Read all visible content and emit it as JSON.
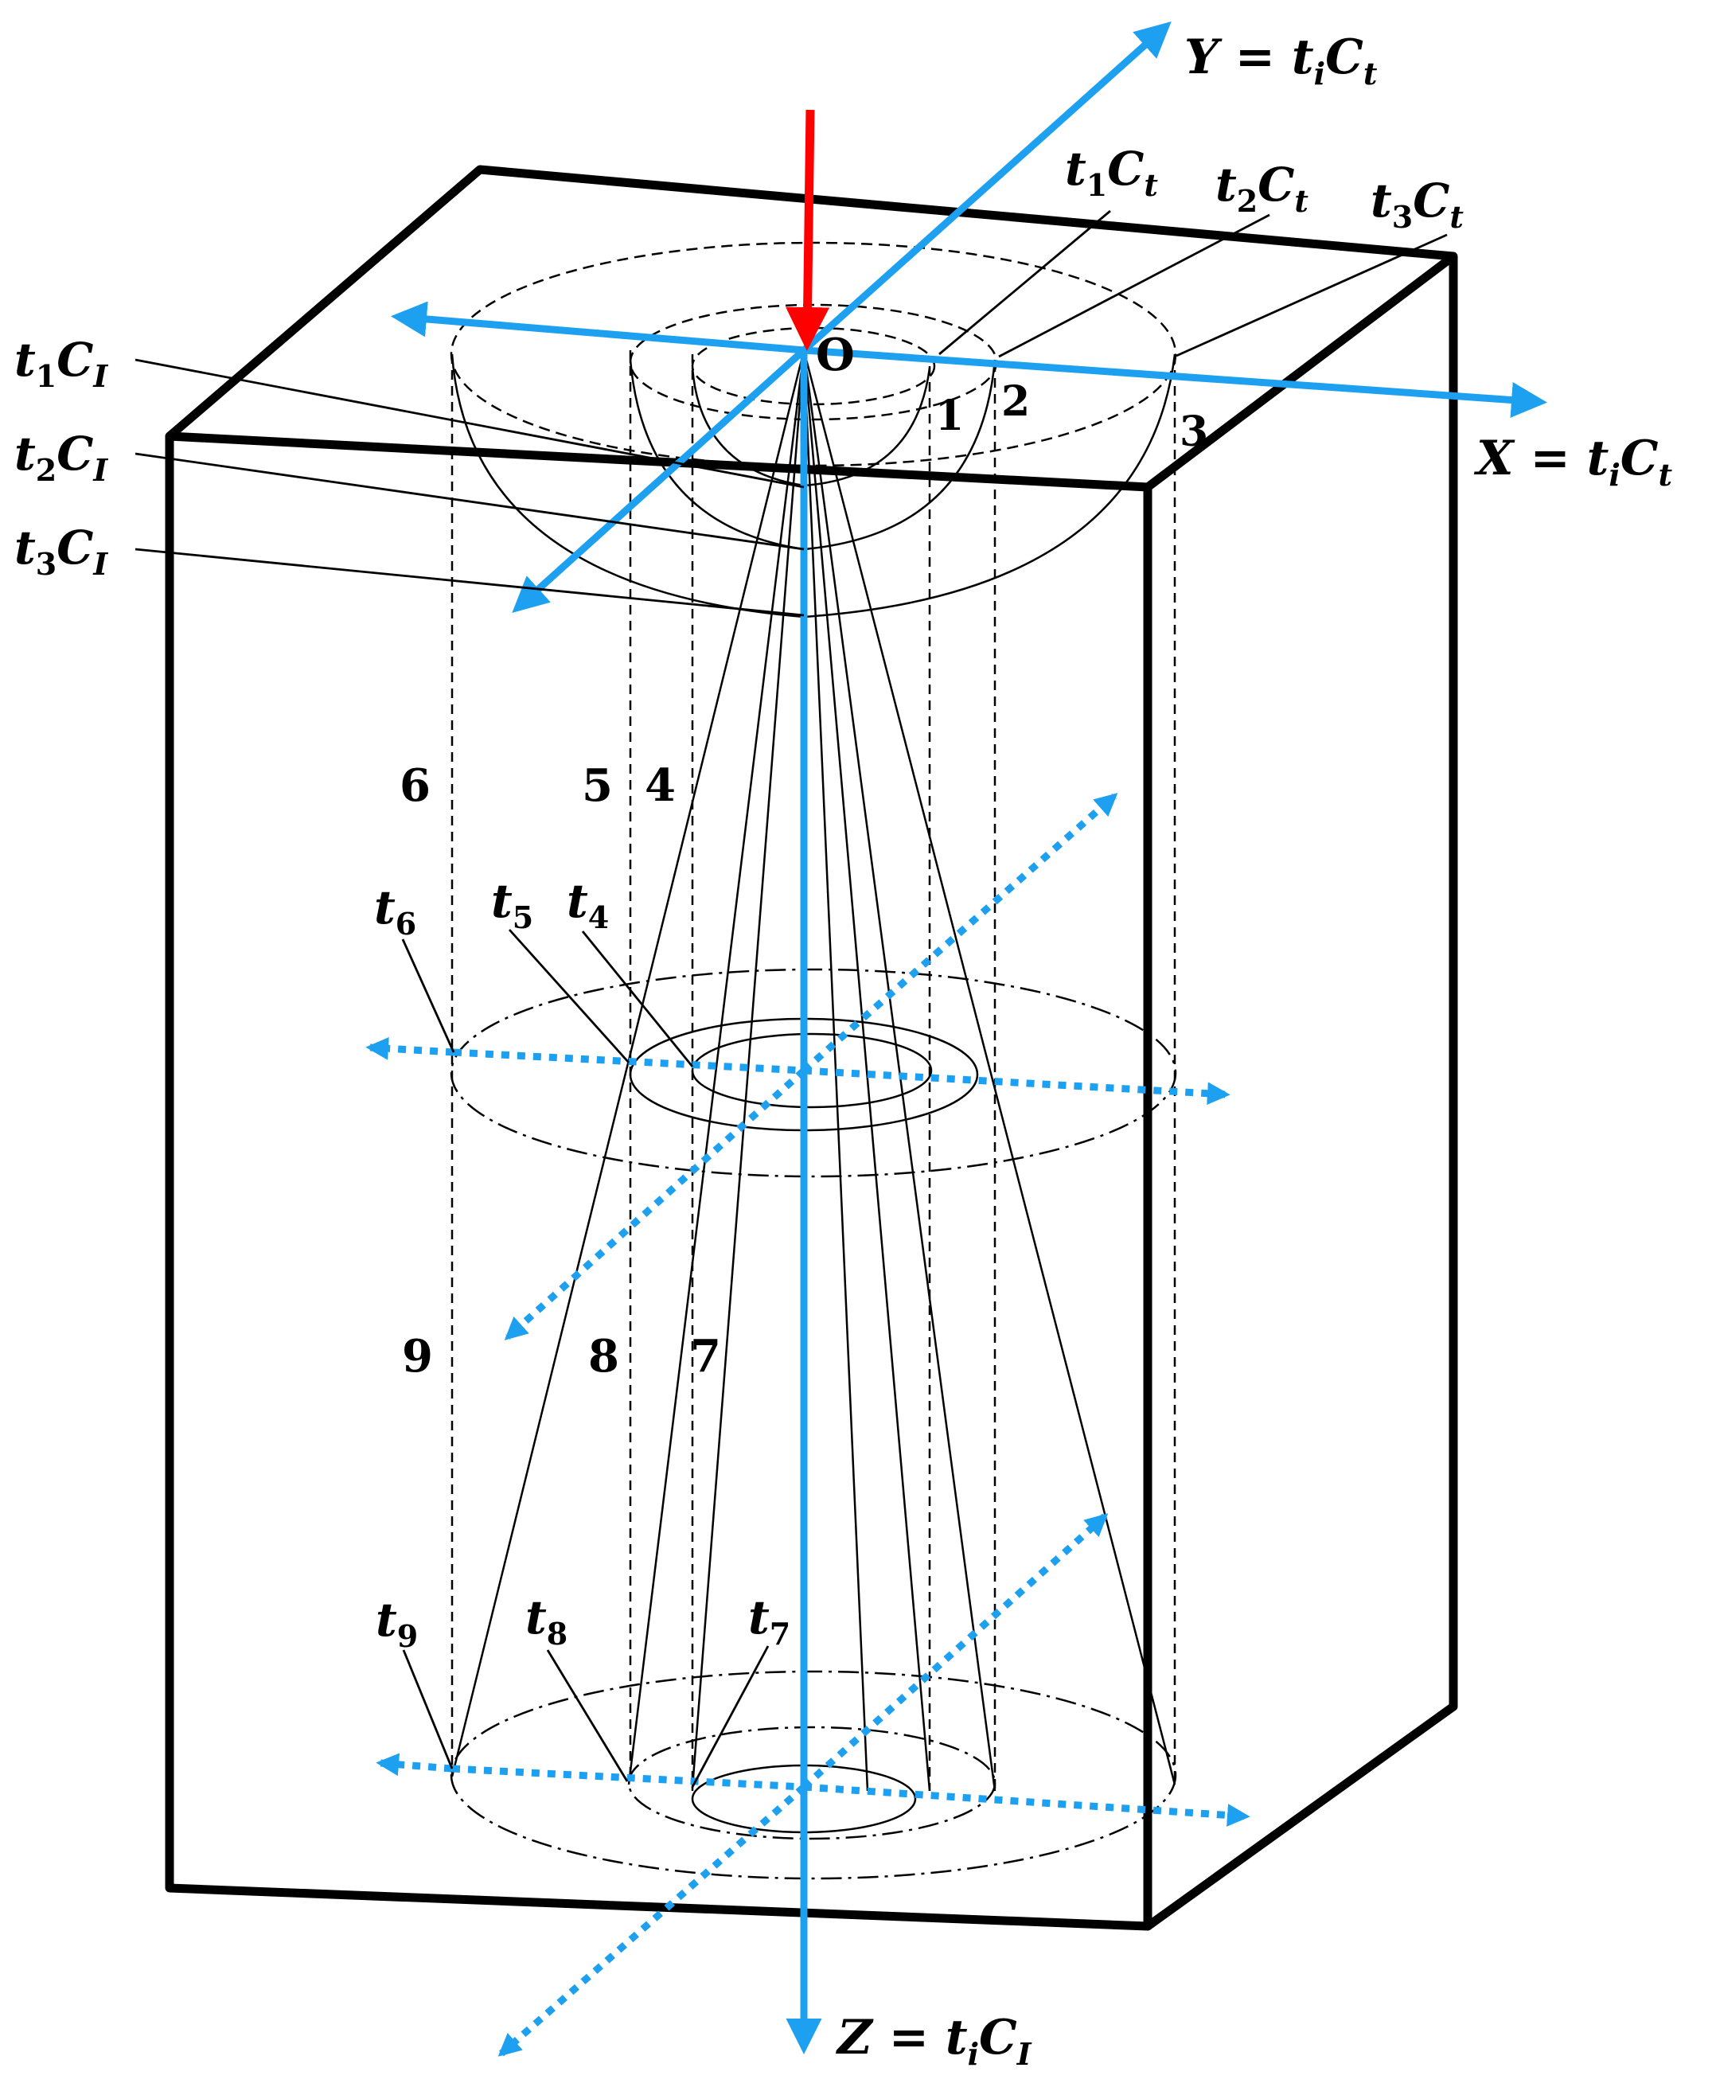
{
  "colors": {
    "axis": "#1ea0f0",
    "load_arrow": "#ff0000",
    "line": "#000000"
  },
  "axis_labels": {
    "x": {
      "var": "X",
      "rhs_t": "t",
      "rhs_sub": "i",
      "rhs_c": "C",
      "rhs_csub": "t"
    },
    "y": {
      "var": "Y",
      "rhs_t": "t",
      "rhs_sub": "i",
      "rhs_c": "C",
      "rhs_csub": "t"
    },
    "z": {
      "var": "Z",
      "rhs_t": "t",
      "rhs_sub": "i",
      "rhs_c": "C",
      "rhs_csub": "I"
    }
  },
  "origin_label": "O",
  "top_callouts": [
    {
      "t": "t",
      "tsub": "1",
      "c": "C",
      "csub": "t"
    },
    {
      "t": "t",
      "tsub": "2",
      "c": "C",
      "csub": "t"
    },
    {
      "t": "t",
      "tsub": "3",
      "c": "C",
      "csub": "t"
    }
  ],
  "left_callouts": [
    {
      "t": "t",
      "tsub": "1",
      "c": "C",
      "csub": "I"
    },
    {
      "t": "t",
      "tsub": "2",
      "c": "C",
      "csub": "I"
    },
    {
      "t": "t",
      "tsub": "3",
      "c": "C",
      "csub": "I"
    }
  ],
  "numbers": [
    "1",
    "2",
    "3",
    "4",
    "5",
    "6",
    "7",
    "8",
    "9"
  ],
  "point_labels": [
    {
      "t": "t",
      "sub": "4"
    },
    {
      "t": "t",
      "sub": "5"
    },
    {
      "t": "t",
      "sub": "6"
    },
    {
      "t": "t",
      "sub": "7"
    },
    {
      "t": "t",
      "sub": "8"
    },
    {
      "t": "t",
      "sub": "9"
    }
  ]
}
